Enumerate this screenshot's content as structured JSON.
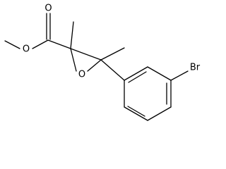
{
  "molecule": {
    "atom_labels": {
      "carbonyl_oxygen": "O",
      "ester_oxygen": "O",
      "epoxide_oxygen": "O",
      "bromine": "Br"
    },
    "colors": {
      "bond": "#000000",
      "label": "#000000",
      "background": "#ffffff"
    }
  }
}
